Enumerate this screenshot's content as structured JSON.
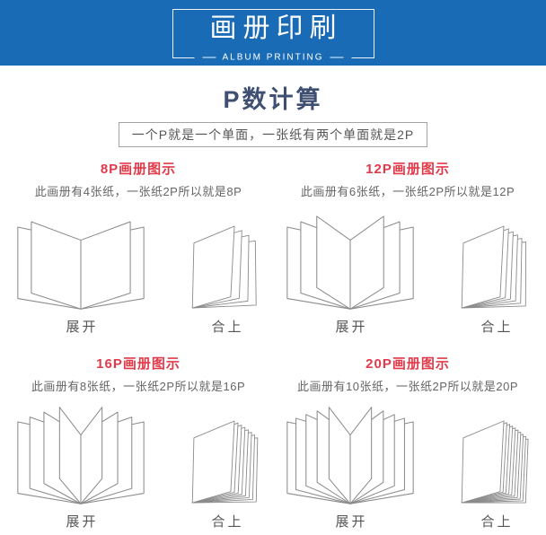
{
  "header": {
    "title": "画册印刷",
    "subtitle": "ALBUM PRINTING"
  },
  "calc": {
    "title": "P数计算",
    "note": "一个P就是一个单面，一张纸有两个单面就是2P"
  },
  "sections": [
    {
      "id": "8p",
      "title": "8P画册图示",
      "desc": "此画册有4张纸，一张纸2P所以就是8P",
      "sheets": 4,
      "leaves_per_side": 2,
      "open_label": "展开",
      "closed_label": "合上"
    },
    {
      "id": "12p",
      "title": "12P画册图示",
      "desc": "此画册有6张纸，一张纸2P所以就是12P",
      "sheets": 6,
      "leaves_per_side": 3,
      "open_label": "展开",
      "closed_label": "合上"
    },
    {
      "id": "16p",
      "title": "16P画册图示",
      "desc": "此画册有8张纸，一张纸2P所以就是16P",
      "sheets": 8,
      "leaves_per_side": 4,
      "open_label": "展开",
      "closed_label": "合上"
    },
    {
      "id": "20p",
      "title": "20P画册图示",
      "desc": "此画册有10张纸，一张纸2P所以就是20P",
      "sheets": 10,
      "leaves_per_side": 5,
      "open_label": "展开",
      "closed_label": "合上"
    }
  ],
  "colors": {
    "banner_blue": "#1a6bb6",
    "title_navy": "#3f4f72",
    "accent_red": "#e13a4a",
    "diagram_line_gray": "#8b8b8b",
    "body_text_gray": "#666666"
  }
}
